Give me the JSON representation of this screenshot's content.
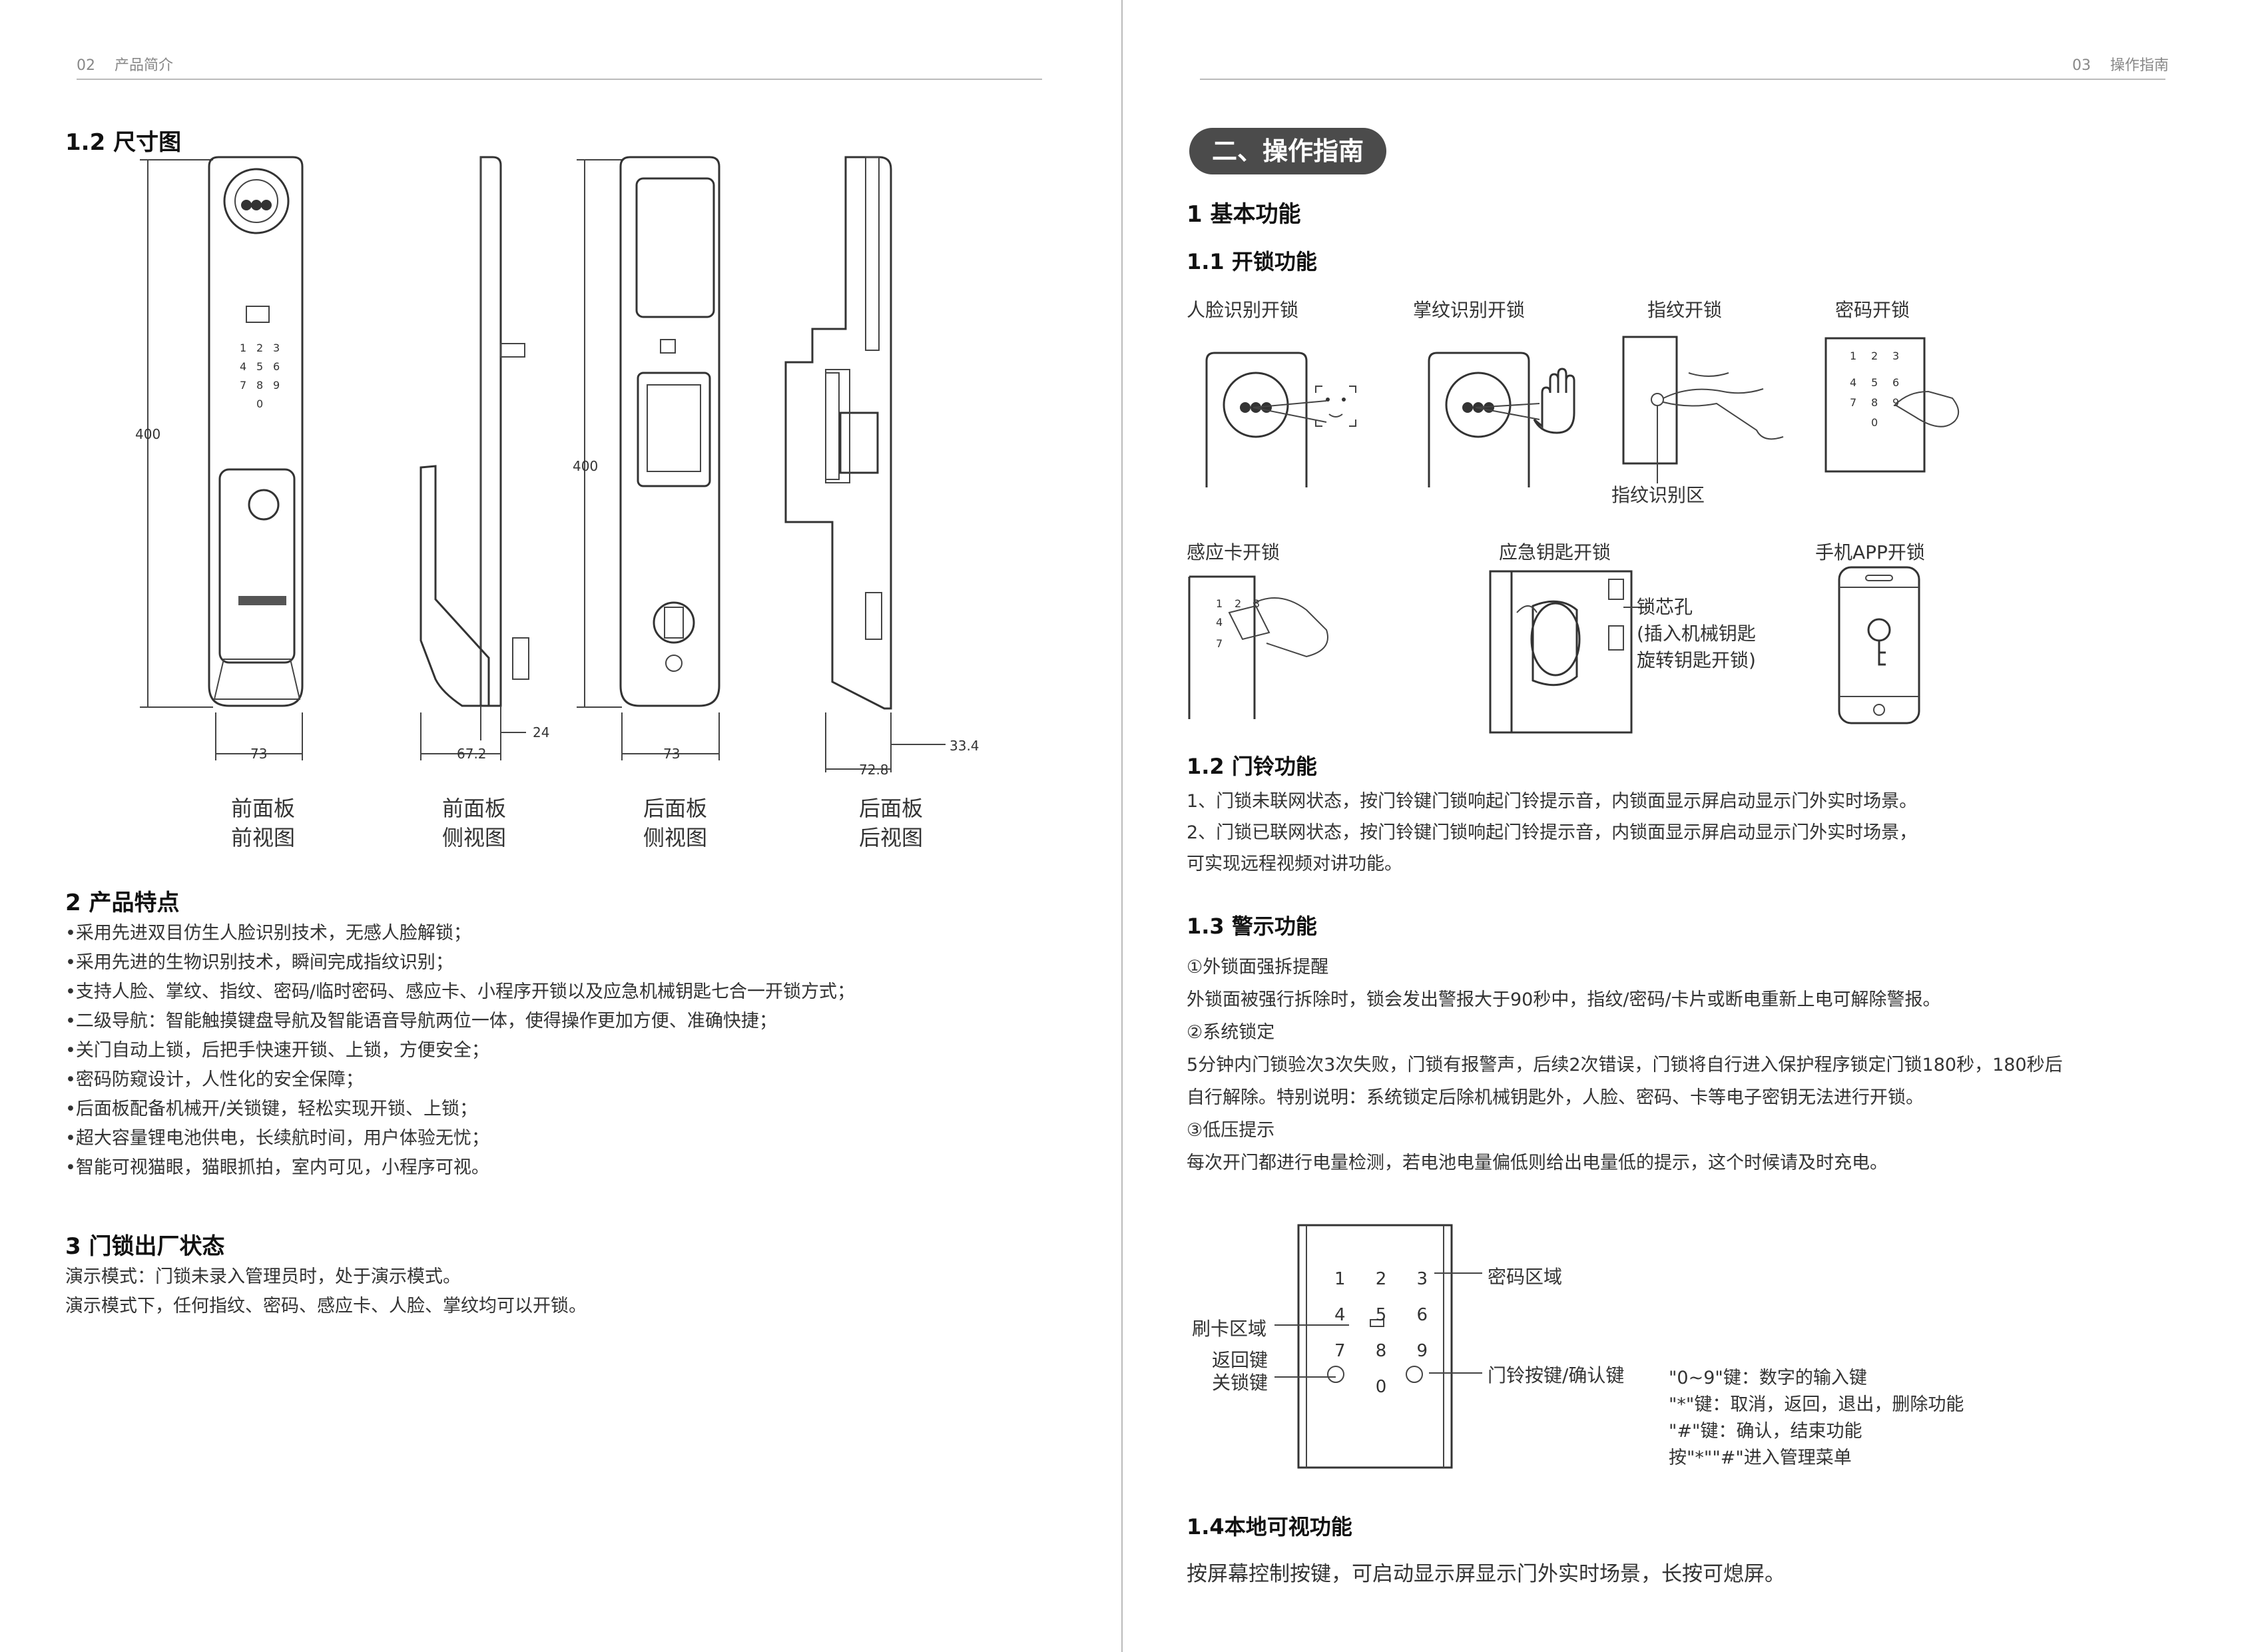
{
  "left": {
    "header": {
      "page": "02",
      "title": "产品简介"
    },
    "dim_title": "1.2 尺寸图",
    "dims": {
      "h1": "400",
      "h2": "400",
      "w_front": "73",
      "w_side": "67.2",
      "d_side": "24",
      "w_back": "73",
      "w_backside": "72.8",
      "d_backside": "33.4"
    },
    "captions": [
      {
        "l1": "前面板",
        "l2": "前视图"
      },
      {
        "l1": "前面板",
        "l2": "侧视图"
      },
      {
        "l1": "后面板",
        "l2": "侧视图"
      },
      {
        "l1": "后面板",
        "l2": "后视图"
      }
    ],
    "features_title": "2 产品特点",
    "features": [
      "•采用先进双目仿生人脸识别技术，无感人脸解锁；",
      "•采用先进的生物识别技术，瞬间完成指纹识别；",
      "•支持人脸、掌纹、指纹、密码/临时密码、感应卡、小程序开锁以及应急机械钥匙七合一开锁方式；",
      "•二级导航：智能触摸键盘导航及智能语音导航两位一体，使得操作更加方便、准确快捷；",
      "•关门自动上锁，后把手快速开锁、上锁，方便安全；",
      "•密码防窥设计，人性化的安全保障；",
      "•后面板配备机械开/关锁键，轻松实现开锁、上锁；",
      "•超大容量锂电池供电，长续航时间，用户体验无忧；",
      "•智能可视猫眼，猫眼抓拍，室内可见，小程序可视。"
    ],
    "factory_title": "3 门锁出厂状态",
    "factory": [
      "演示模式：门锁未录入管理员时，处于演示模式。",
      "演示模式下，任何指纹、密码、感应卡、人脸、掌纹均可以开锁。"
    ]
  },
  "right": {
    "header": {
      "page": "03",
      "title": "操作指南"
    },
    "section_pill": "二、操作指南",
    "basic_title": "1 基本功能",
    "unlock_title": "1.1 开锁功能",
    "unlock_methods": [
      "人脸识别开锁",
      "掌纹识别开锁",
      "指纹开锁",
      "密码开锁",
      "感应卡开锁",
      "应急钥匙开锁",
      "手机APP开锁"
    ],
    "fingerprint_area": "指纹识别区",
    "keyhole_l1": "锁芯孔",
    "keyhole_l2": "(插入机械钥匙",
    "keyhole_l3": "旋转钥匙开锁)",
    "bell_title": "1.2 门铃功能",
    "bell": [
      "1、门锁未联网状态，按门铃键门锁响起门铃提示音，内锁面显示屏启动显示门外实时场景。",
      "2、门锁已联网状态，按门铃键门锁响起门铃提示音，内锁面显示屏启动显示门外实时场景，",
      "可实现远程视频对讲功能。"
    ],
    "alarm_title": "1.3 警示功能",
    "alarm": [
      "①外锁面强拆提醒",
      "外锁面被强行拆除时，锁会发出警报大于90秒中，指纹/密码/卡片或断电重新上电可解除警报。",
      "②系统锁定",
      "5分钟内门锁验次3次失败，门锁有报警声，后续2次错误，门锁将自行进入保护程序锁定门锁180秒，180秒后",
      "自行解除。特别说明：系统锁定后除机械钥匙外，人脸、密码、卡等电子密钥无法进行开锁。",
      "③低压提示",
      "每次开门都进行电量检测，若电池电量偏低则给出电量低的提示，这个时候请及时充电。"
    ],
    "keypad_labels": {
      "password": "密码区域",
      "card": "刷卡区域",
      "back_l1": "返回键",
      "back_l2": "关锁键",
      "bell_confirm": "门铃按键/确认键"
    },
    "keypad_keys": [
      "1",
      "2",
      "3",
      "4",
      "5",
      "6",
      "7",
      "8",
      "9",
      "0"
    ],
    "key_notes": [
      "\"0~9\"键：数字的输入键",
      "\"*\"键：取消，返回，退出，删除功能",
      "\"#\"键：确认，结束功能",
      "按\"*\"\"#\"进入管理菜单"
    ],
    "video_title": "1.4本地可视功能",
    "video": "按屏幕控制按键，可启动显示屏显示门外实时场景，长按可熄屏。"
  }
}
